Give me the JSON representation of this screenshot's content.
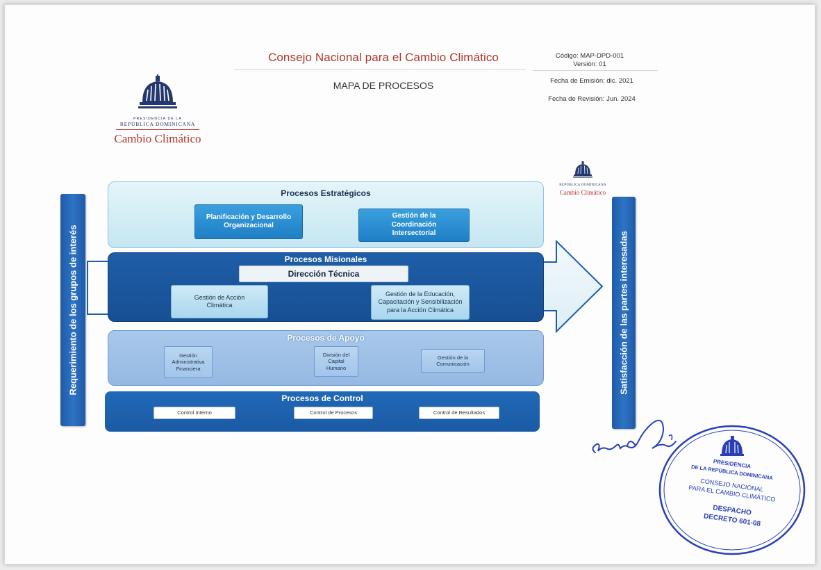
{
  "header": {
    "title": "Consejo Nacional para el Cambio Climático",
    "subtitle": "MAPA DE PROCESOS",
    "codigo": "Código: MAP-DPD-001",
    "version": "Versión: 01",
    "fecha_emision": "Fecha de Emisión: dic. 2021",
    "fecha_revision": "Fecha de Revisión: Jun. 2024"
  },
  "logo": {
    "line1": "PRESIDENCIA DE LA",
    "line2": "REPÚBLICA DOMINICANA",
    "line3": "Cambio Climático"
  },
  "left_bar": {
    "label": "Requerimiento de los grupos de interés"
  },
  "right_bar": {
    "label": "Satisfacción de las partes interesadas"
  },
  "estrategicos": {
    "title": "Procesos Estratégicos",
    "items": [
      "Planificación y Desarrollo Organizacional",
      "Gestión de la Coordinación Intersectorial"
    ]
  },
  "misionales": {
    "title": "Procesos Misionales",
    "direccion": "Dirección Técnica",
    "items": [
      "Gestión de Acción Climática",
      "Gestión de la Educación, Capacitación y Sensibilización para la Acción Climática"
    ]
  },
  "apoyo": {
    "title": "Procesos de Apoyo",
    "items": [
      "Gestión Administrativa Financiera",
      "División del Capital Humano",
      "Gestión de la Comunicación"
    ]
  },
  "control": {
    "title": "Procesos de Control",
    "items": [
      "Control Interno",
      "Control de Procesos",
      "Control de Resultados"
    ]
  },
  "stamp": {
    "line1": "PRESIDENCIA",
    "line2": "DE LA REPÚBLICA DOMINICANA",
    "line3": "CONSEJO NACIONAL",
    "line4": "PARA EL CAMBIO CLIMÁTICO",
    "line5": "DESPACHO",
    "line6": "DECRETO 601-08"
  },
  "colors": {
    "brand_red": "#b0362c",
    "dark_blue": "#1b5aa4",
    "stamp_blue": "#2a3fb5"
  }
}
